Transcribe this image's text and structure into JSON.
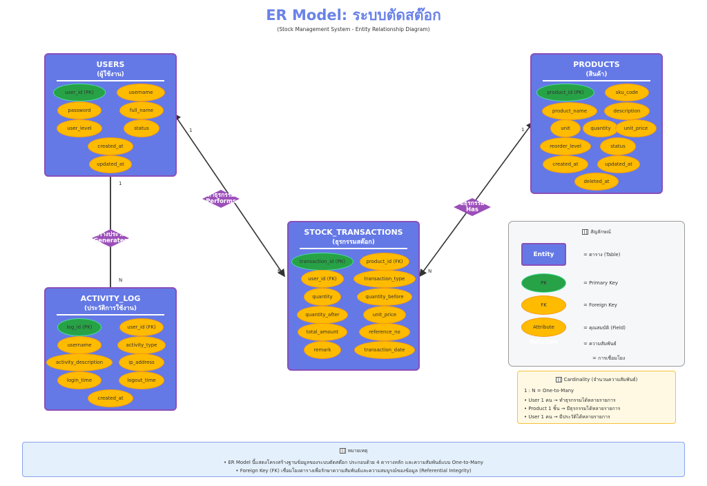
{
  "title": "ER Model: ระบบตัดสต๊อก",
  "subtitle": "(Stock Management System - Entity Relationship Diagram)",
  "colors": {
    "entity": "#6479e6",
    "entity_border": "#8a4fb8",
    "pk": "#27a246",
    "attribute": "#ffbb00",
    "relation": "#9b4fb8",
    "title": "#6a82e8"
  },
  "entities": [
    {
      "id": "users",
      "title": "USERS",
      "subtitle": "(ผู้ใช้งาน)",
      "attributes": [
        {
          "name": "user_id (PK)",
          "kind": "pk"
        },
        {
          "name": "username",
          "kind": "attr"
        },
        {
          "name": "password",
          "kind": "attr"
        },
        {
          "name": "full_name",
          "kind": "attr"
        },
        {
          "name": "user_level",
          "kind": "attr"
        },
        {
          "name": "status",
          "kind": "attr"
        },
        {
          "name": "created_at",
          "kind": "attr"
        },
        {
          "name": "updated_at",
          "kind": "attr"
        }
      ]
    },
    {
      "id": "products",
      "title": "PRODUCTS",
      "subtitle": "(สินค้า)",
      "attributes": [
        {
          "name": "product_id (PK)",
          "kind": "pk"
        },
        {
          "name": "sku_code",
          "kind": "attr"
        },
        {
          "name": "product_name",
          "kind": "attr"
        },
        {
          "name": "description",
          "kind": "attr"
        },
        {
          "name": "unit",
          "kind": "attr"
        },
        {
          "name": "quantity",
          "kind": "attr"
        },
        {
          "name": "unit_price",
          "kind": "attr"
        },
        {
          "name": "reorder_level",
          "kind": "attr"
        },
        {
          "name": "status",
          "kind": "attr"
        },
        {
          "name": "created_at",
          "kind": "attr"
        },
        {
          "name": "updated_at",
          "kind": "attr"
        },
        {
          "name": "deleted_at",
          "kind": "attr"
        }
      ]
    },
    {
      "id": "stock_transactions",
      "title": "STOCK_TRANSACTIONS",
      "subtitle": "(ธุรกรรมสต๊อก)",
      "attributes": [
        {
          "name": "transaction_id (PK)",
          "kind": "pk"
        },
        {
          "name": "product_id (FK)",
          "kind": "fk"
        },
        {
          "name": "user_id (FK)",
          "kind": "fk"
        },
        {
          "name": "transaction_type",
          "kind": "attr"
        },
        {
          "name": "quantity",
          "kind": "attr"
        },
        {
          "name": "quantity_before",
          "kind": "attr"
        },
        {
          "name": "quantity_after",
          "kind": "attr"
        },
        {
          "name": "unit_price",
          "kind": "attr"
        },
        {
          "name": "total_amount",
          "kind": "attr"
        },
        {
          "name": "reference_no",
          "kind": "attr"
        },
        {
          "name": "remark",
          "kind": "attr"
        },
        {
          "name": "transaction_date",
          "kind": "attr"
        }
      ]
    },
    {
      "id": "activity_log",
      "title": "ACTIVITY_LOG",
      "subtitle": "(ประวัติการใช้งาน)",
      "attributes": [
        {
          "name": "log_id (PK)",
          "kind": "pk"
        },
        {
          "name": "user_id (FK)",
          "kind": "fk"
        },
        {
          "name": "username",
          "kind": "attr"
        },
        {
          "name": "activity_type",
          "kind": "attr"
        },
        {
          "name": "activity_description",
          "kind": "attr"
        },
        {
          "name": "ip_address",
          "kind": "attr"
        },
        {
          "name": "login_time",
          "kind": "attr"
        },
        {
          "name": "logout_time",
          "kind": "attr"
        },
        {
          "name": "created_at",
          "kind": "attr"
        }
      ]
    }
  ],
  "relationships": [
    {
      "from": "USERS",
      "to": "ACTIVITY_LOG",
      "label_th": "สร้างประวัติ",
      "label_en": "Generates",
      "from_card": "1",
      "to_card": "N"
    },
    {
      "from": "USERS",
      "to": "STOCK_TRANSACTIONS",
      "label_th": "ทำธุรกรรม",
      "label_en": "Performs",
      "from_card": "1",
      "to_card": "N"
    },
    {
      "from": "PRODUCTS",
      "to": "STOCK_TRANSACTIONS",
      "label_th": "มีธุรกรรม",
      "label_en": "Has",
      "from_card": "1",
      "to_card": "N"
    }
  ],
  "legend": {
    "title": "สัญลักษณ์",
    "entity_label": "Entity",
    "entity_desc": "= ตาราง (Table)",
    "pk_label": "PK",
    "pk_desc": "= Primary Key",
    "fk_label": "FK",
    "fk_desc": "= Foreign Key",
    "attr_label": "Attribute",
    "attr_desc": "= คุณสมบัติ (Field)",
    "relation_label": "Relation",
    "relation_desc": "= ความสัมพันธ์",
    "line_desc": "= การเชื่อมโยง"
  },
  "cardinality": {
    "title": "Cardinality (จำนวนความสัมพันธ์)",
    "lines": [
      "1 : N = One-to-Many",
      "• User 1 คน → ทำธุรกรรมได้หลายรายการ",
      "• Product 1 ชิ้น → มีธุรกรรมได้หลายรายการ",
      "• User 1 คน → มีประวัติได้หลายรายการ"
    ]
  },
  "note": {
    "title": "หมายเหตุ",
    "lines": [
      "• ER Model นี้แสดงโครงสร้างฐานข้อมูลของระบบตัดสต๊อก ประกอบด้วย 4 ตารางหลัก และความสัมพันธ์แบบ One-to-Many",
      "• Foreign Key (FK) เชื่อมโยงตารางเพื่อรักษาความสัมพันธ์และความสมบูรณ์ของข้อมูล (Referential Integrity)"
    ]
  }
}
